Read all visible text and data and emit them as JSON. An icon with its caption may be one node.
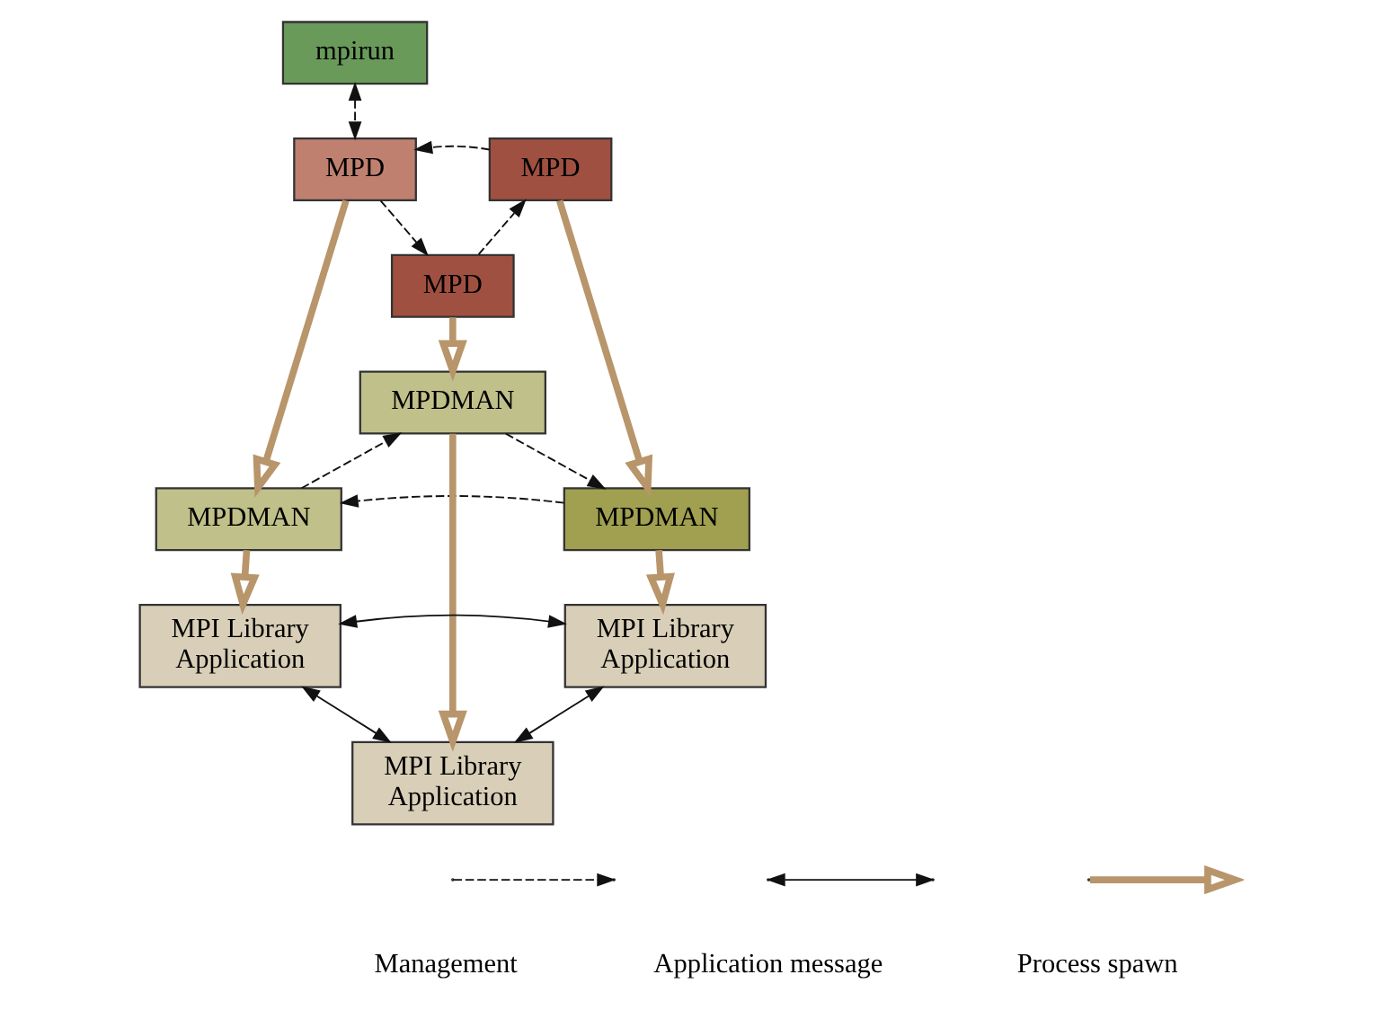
{
  "diagram": {
    "nodes": [
      {
        "text": [
          "mpirun"
        ]
      },
      {
        "text": [
          "MPD"
        ]
      },
      {
        "text": [
          "MPD"
        ]
      },
      {
        "text": [
          "MPD"
        ]
      },
      {
        "text": [
          "MPDMAN"
        ]
      },
      {
        "text": [
          "MPDMAN"
        ]
      },
      {
        "text": [
          "MPDMAN"
        ]
      },
      {
        "text": [
          "MPI Library",
          "Application"
        ]
      },
      {
        "text": [
          "MPI Library",
          "Application"
        ]
      },
      {
        "text": [
          "MPI Library",
          "Application"
        ]
      }
    ],
    "edges": [
      {
        "from": 0,
        "to": 1,
        "arrow": "both",
        "style": "dashed"
      },
      {
        "from": 2,
        "to": 1,
        "arrow": "to",
        "style": "dashed"
      },
      {
        "from": 1,
        "to": 3,
        "arrow": "to",
        "style": "dashed"
      },
      {
        "from": 3,
        "to": 2,
        "arrow": "to",
        "style": "dashed"
      },
      {
        "from": 1,
        "to": 4,
        "arrow": "to",
        "style": "thick",
        "color": "#b8956a"
      },
      {
        "from": 3,
        "to": 6,
        "arrow": "to",
        "style": "thick",
        "color": "#b8956a"
      },
      {
        "from": 2,
        "to": 5,
        "arrow": "to",
        "style": "thick",
        "color": "#b8956a"
      },
      {
        "from": 5,
        "to": 4,
        "arrow": "to",
        "style": "dashed"
      },
      {
        "from": 4,
        "to": 6,
        "arrow": "to",
        "style": "dashed"
      },
      {
        "from": 6,
        "to": 5,
        "arrow": "to",
        "style": "dashed"
      },
      {
        "from": 4,
        "to": 7,
        "arrow": "to",
        "style": "thick",
        "color": "#b8956a"
      },
      {
        "from": 6,
        "to": 9,
        "arrow": "to",
        "style": "thick",
        "color": "#b8956a"
      },
      {
        "from": 5,
        "to": 8,
        "arrow": "to",
        "style": "thick",
        "color": "#b8956a"
      },
      {
        "from": 7,
        "to": 8,
        "arrow": "both"
      },
      {
        "from": 7,
        "to": 9,
        "arrow": "both"
      },
      {
        "from": 9,
        "to": 8,
        "arrow": "both"
      }
    ],
    "legend": [
      {
        "text": "Management"
      },
      {
        "text": "Application message"
      },
      {
        "text": "Process spawn"
      }
    ]
  }
}
